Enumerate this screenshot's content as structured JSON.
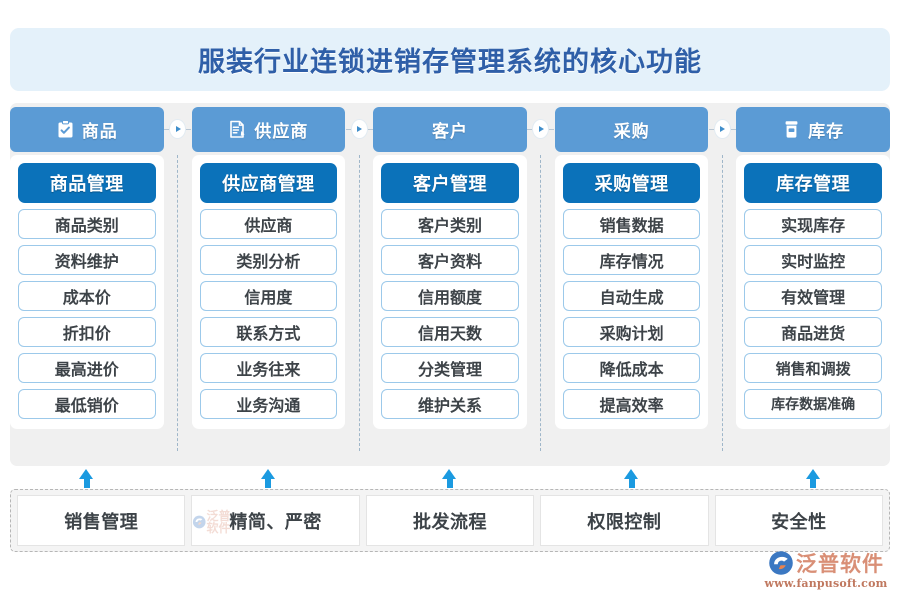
{
  "title": "服装行业连锁进销存管理系统的核心功能",
  "colors": {
    "banner_bg": "#e4f1fa",
    "title_text": "#2f5fa8",
    "tab_blue": "#5b9bd5",
    "head_blue": "#0b72ba",
    "item_border": "#9cc9ea",
    "panel_bg": "#f0f0f0",
    "arrow_blue": "#1b9ae0",
    "logo_orange": "#d98f76"
  },
  "tabs": [
    {
      "label": "商品",
      "icon": "clipboard-check-icon"
    },
    {
      "label": "供应商",
      "icon": "document-pen-icon"
    },
    {
      "label": "客户",
      "icon": ""
    },
    {
      "label": "采购",
      "icon": ""
    },
    {
      "label": "库存",
      "icon": "storage-box-icon"
    }
  ],
  "connector_icon": "chevron-right-icon",
  "columns": [
    {
      "head": "商品管理",
      "items": [
        "商品类别",
        "资料维护",
        "成本价",
        "折扣价",
        "最高进价",
        "最低销价"
      ]
    },
    {
      "head": "供应商管理",
      "items": [
        "供应商",
        "类别分析",
        "信用度",
        "联系方式",
        "业务往来",
        "业务沟通"
      ]
    },
    {
      "head": "客户管理",
      "items": [
        "客户类别",
        "客户资料",
        "信用额度",
        "信用天数",
        "分类管理",
        "维护关系"
      ]
    },
    {
      "head": "采购管理",
      "items": [
        "销售数据",
        "库存情况",
        "自动生成",
        "采购计划",
        "降低成本",
        "提高效率"
      ]
    },
    {
      "head": "库存管理",
      "items": [
        "实现库存",
        "实时监控",
        "有效管理",
        "商品进货",
        "销售和调拨",
        "库存数据准确"
      ]
    }
  ],
  "bottom": {
    "arrow_icon": "arrow-up-icon",
    "items": [
      "销售管理",
      "精简、严密",
      "批发流程",
      "权限控制",
      "安全性"
    ]
  },
  "logo": {
    "name": "泛普软件",
    "url": "www.fanpusoft.com",
    "mark": "fanpu-logo-icon"
  }
}
